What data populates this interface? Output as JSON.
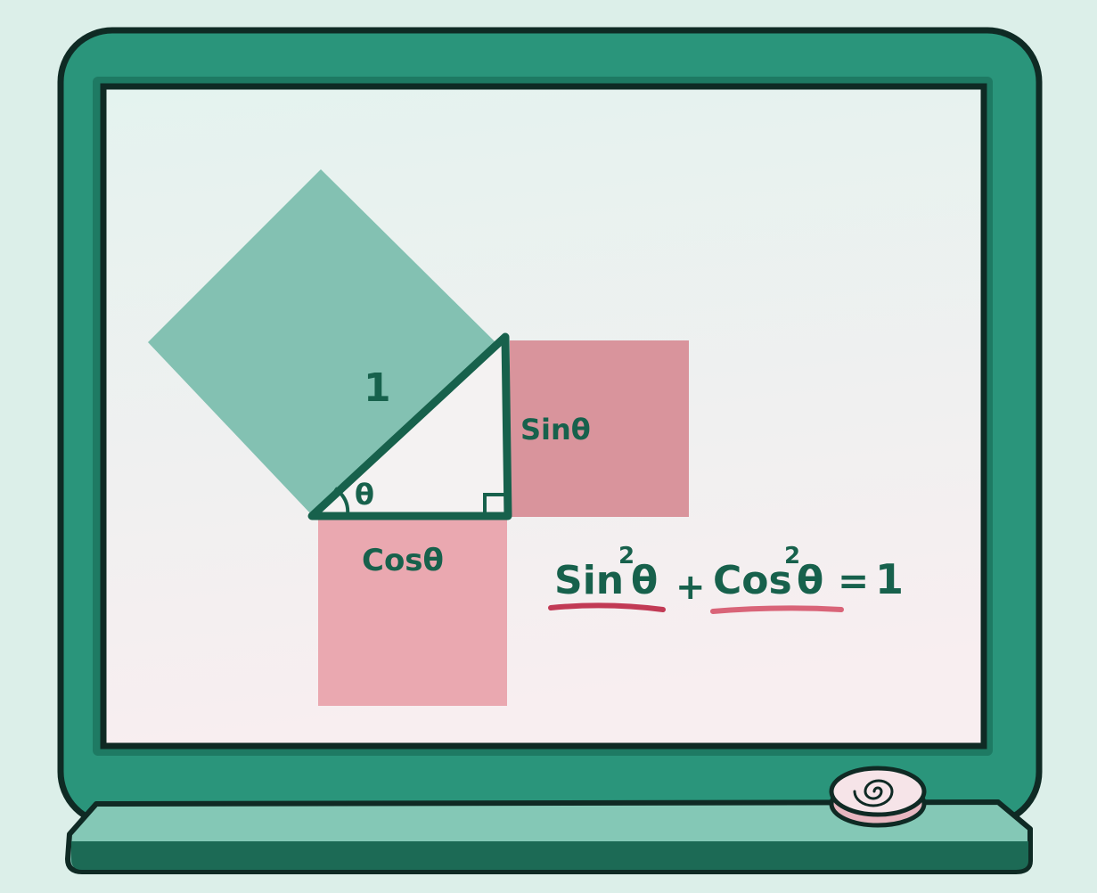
{
  "colors": {
    "background": "#dcefe9",
    "frame": "#2a957b",
    "frame_dark": "#18604c",
    "outline": "#0f2a24",
    "screen_top": "#e4f3ef",
    "screen_bottom": "#f8eef0",
    "hypotenuse_square": "#83c1b2",
    "sin_square": "#d9949c",
    "cos_square": "#eaa8b0",
    "ink": "#17614c",
    "underline_sin": "#c23a55",
    "underline_cos": "#d96478",
    "tray": "#84c8b6",
    "eraser": "#f2d2d8"
  },
  "labels": {
    "hypotenuse": "1",
    "angle": "θ",
    "opposite": "Sinθ",
    "adjacent": "Cosθ"
  },
  "equation": {
    "sin": "Sin",
    "sin_exp": "2",
    "sin_theta": "θ",
    "plus": "+",
    "cos": "Cos",
    "cos_exp": "2",
    "cos_theta": "θ",
    "equals": "=",
    "rhs": "1"
  },
  "icons": {
    "eraser": "swirl-eraser-icon",
    "right_angle": "right-angle-marker"
  }
}
